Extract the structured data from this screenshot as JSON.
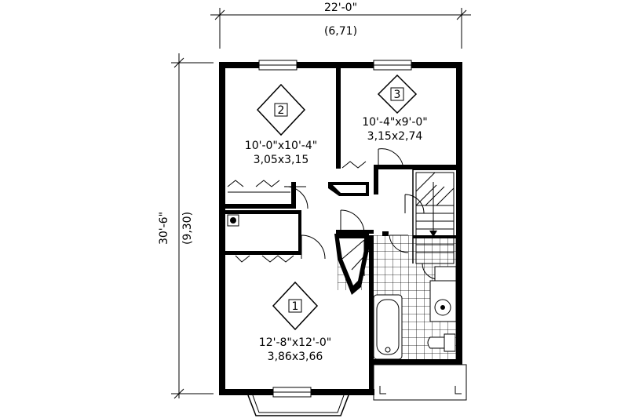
{
  "dimensions": {
    "width_imperial": "22'-0\"",
    "width_metric": "(6,71)",
    "height_imperial": "30'-6\"",
    "height_metric": "(9,30)"
  },
  "rooms": [
    {
      "number": "1",
      "size_imperial": "12'-8\"x12'-0\"",
      "size_metric": "3,86x3,66"
    },
    {
      "number": "2",
      "size_imperial": "10'-0\"x10'-4\"",
      "size_metric": "3,05x3,15"
    },
    {
      "number": "3",
      "size_imperial": "10'-4\"x9'-0\"",
      "size_metric": "3,15x2,74"
    }
  ]
}
